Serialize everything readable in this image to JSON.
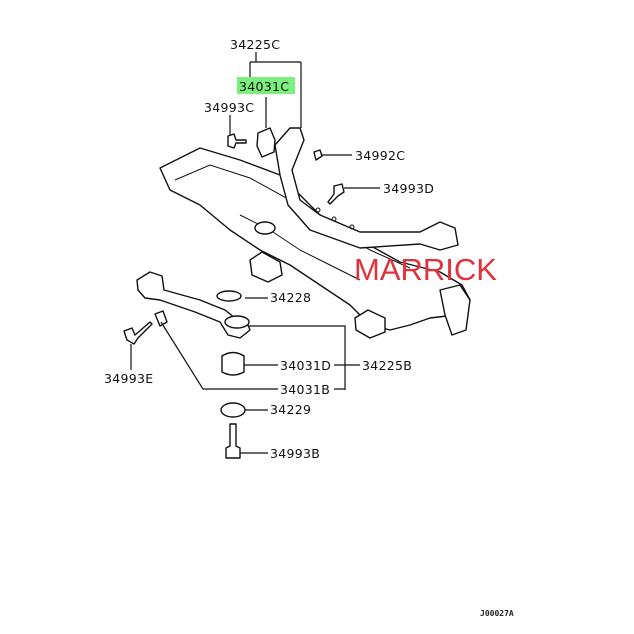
{
  "diagram": {
    "parts": {
      "p34225C": "34225C",
      "p34031C": "34031C",
      "p34993C": "34993C",
      "p34992C": "34992C",
      "p34993D": "34993D",
      "p34228": "34228",
      "p34031D": "34031D",
      "p34225B": "34225B",
      "p34031B": "34031B",
      "p34993E": "34993E",
      "p34229": "34229",
      "p34993B": "34993B"
    },
    "highlight_color": "#7CF07C",
    "watermark": "MARRICK",
    "watermark_color": "#E0323C",
    "figure_code": "J00027A"
  }
}
